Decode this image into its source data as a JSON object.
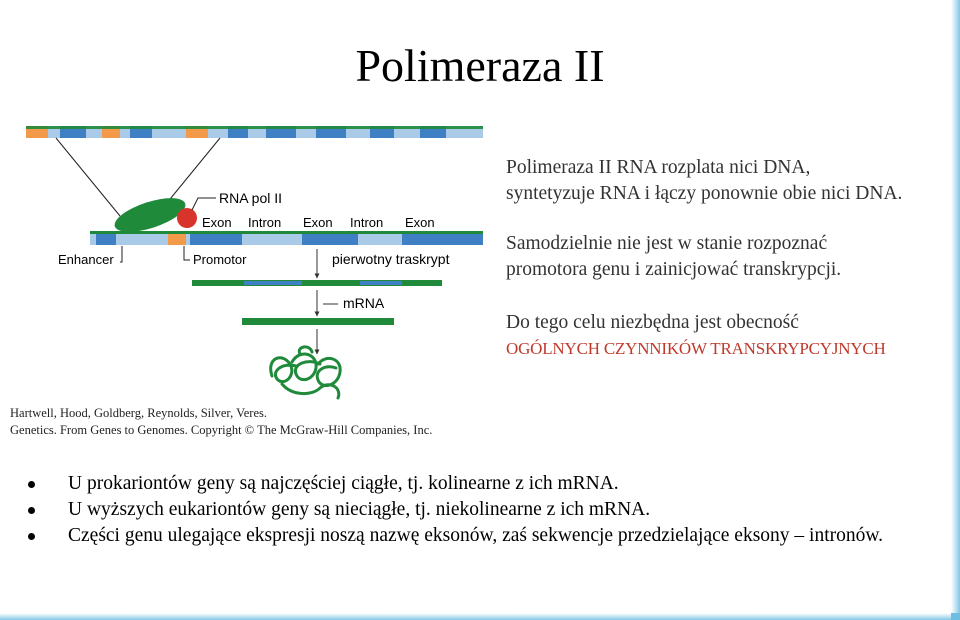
{
  "slide": {
    "title": "Polimeraza II",
    "colors": {
      "orange": "#f39a4a",
      "blue": "#3f7fc3",
      "light_blue": "#a9cbe8",
      "green": "#1f8a3a",
      "red": "#d9342b",
      "accent_edge": "#7ec7e6",
      "text_red": "#c0392b"
    }
  },
  "diagram": {
    "labels": {
      "rna_pol": "RNA pol II",
      "exon1": "Exon",
      "intron1": "Intron",
      "exon2": "Exon",
      "intron2": "Intron",
      "exon3": "Exon",
      "enhancer": "Enhancer",
      "promotor": "Promotor",
      "primary_transcript": "pierwotny traskrypt",
      "mrna": "mRNA"
    }
  },
  "right_text": {
    "p1_line1": "Polimeraza II RNA rozplata nici DNA,",
    "p1_line2": "syntetyzuje RNA i łączy ponownie obie nici DNA.",
    "p2_line1": "Samodzielnie nie jest w stanie rozpoznać",
    "p2_line2": "promotora genu i zainicjować transkrypcji.",
    "p3_line1": "Do tego celu niezbędna jest obecność",
    "p3_line2": "OGÓLNYCH CZYNNIKÓW TRANSKRYPCYJNYCH"
  },
  "credit": {
    "line1": "Hartwell, Hood, Goldberg, Reynolds, Silver, Veres.",
    "line2": "Genetics. From Genes to Genomes. Copyright © The McGraw-Hill Companies, Inc."
  },
  "bullets": [
    "U prokariontów geny są najczęściej ciągłe, tj. kolinearne z ich mRNA.",
    "U wyższych eukariontów geny są nieciągłe, tj. niekolinearne z ich mRNA.",
    "Części genu ulegające ekspresji noszą nazwę eksonów, zaś sekwencje przedzielające eksony – intronów."
  ]
}
